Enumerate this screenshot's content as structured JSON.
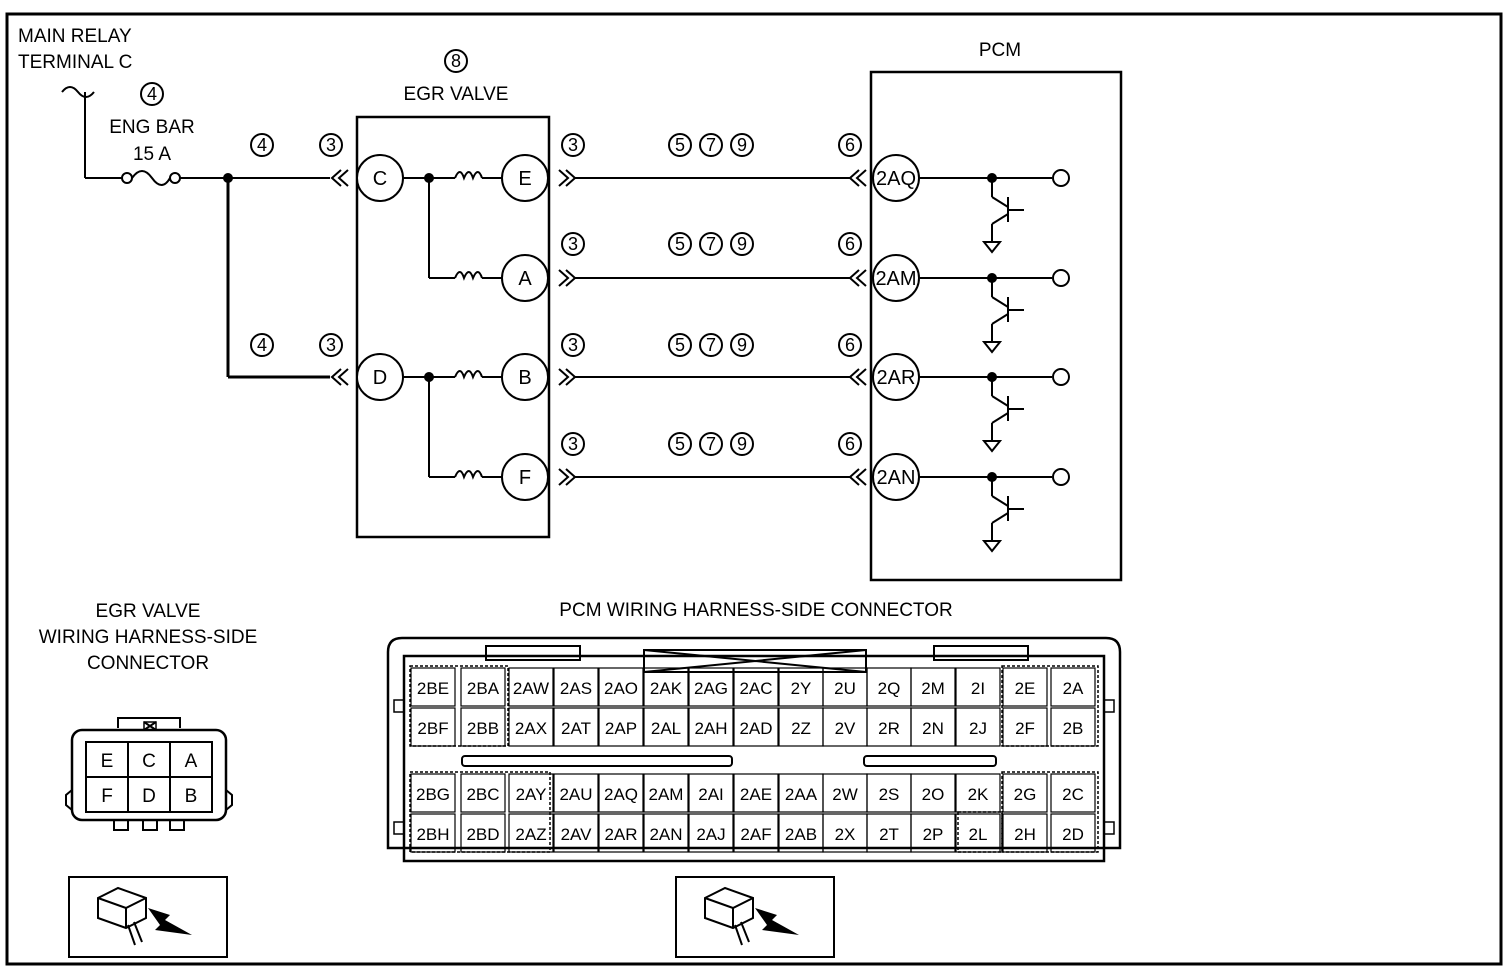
{
  "labels": {
    "main_relay_line1": "MAIN RELAY",
    "main_relay_line2": "TERMINAL C",
    "fuse_ref": "4",
    "fuse_name": "ENG BAR",
    "fuse_rating": "15 A",
    "egr_ref": "8",
    "egr_title": "EGR VALVE",
    "pcm_title": "PCM",
    "egr_conn_line1": "EGR VALVE",
    "egr_conn_line2": "WIRING HARNESS-SIDE",
    "egr_conn_line3": "CONNECTOR",
    "pcm_conn_title": "PCM WIRING HARNESS-SIDE CONNECTOR"
  },
  "supply_refs": [
    {
      "harness": "4",
      "connector": "3",
      "pin": "C"
    },
    {
      "harness": "4",
      "connector": "3",
      "pin": "D"
    }
  ],
  "signal_lines": [
    {
      "egr_pin": "E",
      "egr_ref": "3",
      "harness_refs": [
        "5",
        "7",
        "9"
      ],
      "pcm_ref": "6",
      "pcm_pin": "2AQ"
    },
    {
      "egr_pin": "A",
      "egr_ref": "3",
      "harness_refs": [
        "5",
        "7",
        "9"
      ],
      "pcm_ref": "6",
      "pcm_pin": "2AM"
    },
    {
      "egr_pin": "B",
      "egr_ref": "3",
      "harness_refs": [
        "5",
        "7",
        "9"
      ],
      "pcm_ref": "6",
      "pcm_pin": "2AR"
    },
    {
      "egr_pin": "F",
      "egr_ref": "3",
      "harness_refs": [
        "5",
        "7",
        "9"
      ],
      "pcm_ref": "6",
      "pcm_pin": "2AN"
    }
  ],
  "egr_connector": [
    [
      "E",
      "C",
      "A"
    ],
    [
      "F",
      "D",
      "B"
    ]
  ],
  "pcm_connector": {
    "upper": [
      [
        "2BE",
        "2BA",
        "2AW",
        "2AS",
        "2AO",
        "2AK",
        "2AG",
        "2AC",
        "2Y",
        "2U",
        "2Q",
        "2M",
        "2I",
        "2E",
        "2A"
      ],
      [
        "2BF",
        "2BB",
        "2AX",
        "2AT",
        "2AP",
        "2AL",
        "2AH",
        "2AD",
        "2Z",
        "2V",
        "2R",
        "2N",
        "2J",
        "2F",
        "2B"
      ]
    ],
    "lower": [
      [
        "2BG",
        "2BC",
        "2AY",
        "2AU",
        "2AQ",
        "2AM",
        "2AI",
        "2AE",
        "2AA",
        "2W",
        "2S",
        "2O",
        "2K",
        "2G",
        "2C"
      ],
      [
        "2BH",
        "2BD",
        "2AZ",
        "2AV",
        "2AR",
        "2AN",
        "2AJ",
        "2AF",
        "2AB",
        "2X",
        "2T",
        "2P",
        "2L",
        "2H",
        "2D"
      ]
    ]
  },
  "icons": [
    "connector-view-icon",
    "connector-view-icon"
  ]
}
